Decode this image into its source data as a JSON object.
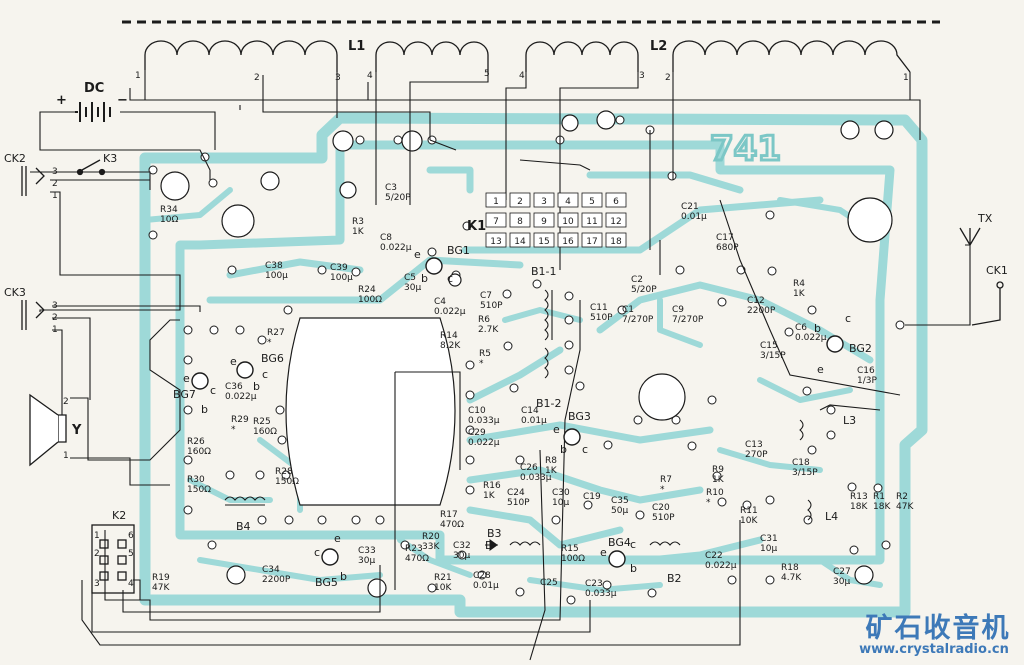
{
  "board": {
    "number": "741",
    "trace_color": "#9ed9d8",
    "wire_color": "#1b1b1b",
    "background": "#f6f4ee"
  },
  "coils": {
    "l1": "L1",
    "l2": "L2"
  },
  "coil_taps": {
    "l1": [
      "1",
      "2",
      "3",
      "4",
      "5"
    ],
    "l2": [
      "4",
      "3",
      "2",
      "1"
    ]
  },
  "external": {
    "dc": "DC",
    "plus": "+",
    "minus": "−",
    "ck2": "CK2",
    "k3": "K3",
    "ck3": "CK3",
    "y": "Y",
    "k2": "K2",
    "tx": "TX",
    "ck1": "CK1",
    "ck2_pins": [
      "3",
      "2",
      "1"
    ],
    "ck3_pins": [
      "3",
      "2",
      "1"
    ],
    "y_pins": [
      "2",
      "1"
    ],
    "k2_pins": [
      "1",
      "6",
      "2",
      "5",
      "3",
      "4"
    ]
  },
  "switch_block": {
    "label": "K1",
    "rows": [
      [
        "1",
        "2",
        "3",
        "4",
        "5",
        "6"
      ],
      [
        "7",
        "8",
        "9",
        "10",
        "11",
        "12"
      ],
      [
        "13",
        "14",
        "15",
        "16",
        "17",
        "18"
      ]
    ]
  },
  "transistors": [
    {
      "name": "BG1",
      "e": "e",
      "b": "b",
      "c": "c"
    },
    {
      "name": "BG2",
      "e": "e",
      "b": "b",
      "c": "c"
    },
    {
      "name": "BG3",
      "e": "e",
      "b": "b",
      "c": "c"
    },
    {
      "name": "BG4",
      "e": "e",
      "b": "b",
      "c": "c"
    },
    {
      "name": "BG5",
      "e": "e",
      "b": "b",
      "c": "c"
    },
    {
      "name": "BG6",
      "e": "e",
      "b": "b",
      "c": "c"
    },
    {
      "name": "BG7",
      "e": "e",
      "b": "b",
      "c": "c"
    }
  ],
  "transformers": [
    "B1-1",
    "B1-2",
    "B2",
    "B3",
    "B4",
    "L3",
    "L4"
  ],
  "resistors": [
    {
      "ref": "R34",
      "value": "10Ω"
    },
    {
      "ref": "R3",
      "value": "1K"
    },
    {
      "ref": "R24",
      "value": "100Ω"
    },
    {
      "ref": "R27",
      "value": "*"
    },
    {
      "ref": "R14",
      "value": "8.2K"
    },
    {
      "ref": "R5",
      "value": "*"
    },
    {
      "ref": "R6",
      "value": "2.7K"
    },
    {
      "ref": "R4",
      "value": "1K"
    },
    {
      "ref": "R29",
      "value": "*"
    },
    {
      "ref": "R25",
      "value": "160Ω"
    },
    {
      "ref": "R26",
      "value": "160Ω"
    },
    {
      "ref": "R28",
      "value": "150Ω"
    },
    {
      "ref": "R30",
      "value": "150Ω"
    },
    {
      "ref": "R8",
      "value": "1K"
    },
    {
      "ref": "R16",
      "value": "1K"
    },
    {
      "ref": "R17",
      "value": "470Ω"
    },
    {
      "ref": "R20",
      "value": "33K"
    },
    {
      "ref": "R23",
      "value": "470Ω"
    },
    {
      "ref": "R21",
      "value": "10K"
    },
    {
      "ref": "R15",
      "value": "100Ω"
    },
    {
      "ref": "R7",
      "value": "*"
    },
    {
      "ref": "R9",
      "value": "1K"
    },
    {
      "ref": "R10",
      "value": "*"
    },
    {
      "ref": "R11",
      "value": "10K"
    },
    {
      "ref": "R18",
      "value": "4.7K"
    },
    {
      "ref": "R13",
      "value": "18K"
    },
    {
      "ref": "R1",
      "value": "18K"
    },
    {
      "ref": "R2",
      "value": "47K"
    },
    {
      "ref": "R19",
      "value": "47K"
    }
  ],
  "capacitors": [
    {
      "ref": "C3",
      "value": "5/20P"
    },
    {
      "ref": "C8",
      "value": "0.022μ"
    },
    {
      "ref": "C38",
      "value": "100μ"
    },
    {
      "ref": "C39",
      "value": "100μ"
    },
    {
      "ref": "C5",
      "value": "30μ"
    },
    {
      "ref": "C4",
      "value": "0.022μ"
    },
    {
      "ref": "C7",
      "value": "510P"
    },
    {
      "ref": "C2",
      "value": "5/20P"
    },
    {
      "ref": "C11",
      "value": "510P"
    },
    {
      "ref": "C1",
      "value": "7/270P"
    },
    {
      "ref": "C9",
      "value": "7/270P"
    },
    {
      "ref": "C21",
      "value": "0.01μ"
    },
    {
      "ref": "C17",
      "value": "680P"
    },
    {
      "ref": "C12",
      "value": "2200P"
    },
    {
      "ref": "C6",
      "value": "0.022μ"
    },
    {
      "ref": "C15",
      "value": "3/15P"
    },
    {
      "ref": "C16",
      "value": "1/3P"
    },
    {
      "ref": "C36",
      "value": "0.022μ"
    },
    {
      "ref": "C10",
      "value": "0.033μ"
    },
    {
      "ref": "C14",
      "value": "0.01μ"
    },
    {
      "ref": "C29",
      "value": "0.022μ"
    },
    {
      "ref": "C26",
      "value": "0.033μ"
    },
    {
      "ref": "C13",
      "value": "270P"
    },
    {
      "ref": "C18",
      "value": "3/15P"
    },
    {
      "ref": "C24",
      "value": "510P"
    },
    {
      "ref": "C30",
      "value": "10μ"
    },
    {
      "ref": "C19",
      "value": ""
    },
    {
      "ref": "C35",
      "value": "50μ"
    },
    {
      "ref": "C20",
      "value": "510P"
    },
    {
      "ref": "C22",
      "value": "0.022μ"
    },
    {
      "ref": "C31",
      "value": "10μ"
    },
    {
      "ref": "C27",
      "value": "30μ"
    },
    {
      "ref": "C34",
      "value": "2200P"
    },
    {
      "ref": "C33",
      "value": "30μ"
    },
    {
      "ref": "C32",
      "value": "30μ"
    },
    {
      "ref": "C28",
      "value": "0.01μ"
    },
    {
      "ref": "C25",
      "value": ""
    },
    {
      "ref": "C23",
      "value": "0.033μ"
    }
  ],
  "diodes": [
    "D"
  ],
  "branding": {
    "cn": "矿石收音机",
    "url": "www.crystalradio.cn"
  }
}
